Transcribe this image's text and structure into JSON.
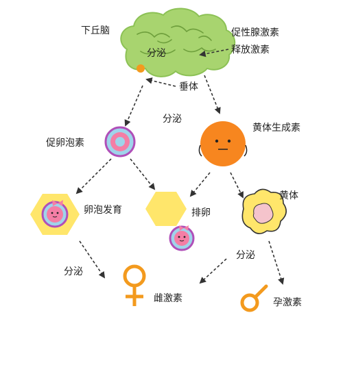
{
  "labels": {
    "hypothalamus": "下丘脑",
    "secrete_brain": "分泌",
    "releasing_hormone_1": "促性腺激素",
    "releasing_hormone_2": "释放激素",
    "pituitary": "垂体",
    "secrete_left": "分泌",
    "fsh": "促卵泡素",
    "lh": "黄体生成素",
    "follicle_development": "卵泡发育",
    "ovulation": "排卵",
    "corpus_luteum": "黄体",
    "secrete_bottom_left": "分泌",
    "secrete_bottom_right": "分泌",
    "estrogen": "雌激素",
    "progesterone": "孕激素"
  },
  "icons": {
    "brain": "brain-icon",
    "pituitary_dot": "pituitary-dot-icon",
    "follicle_cell": "follicle-cell-icon",
    "lh_face": "smiling-face-icon",
    "egg_hexagon": "egg-hexagon-icon",
    "ovum": "ovum-icon",
    "corpus_luteum": "corpus-luteum-icon",
    "female_symbol": "female-symbol-icon",
    "male_like_symbol": "progesterone-symbol-icon"
  },
  "colors": {
    "brain_green": "#a8d46f",
    "brain_dark": "#7fb345",
    "hexagon_yellow": "#ffe66b",
    "orange": "#f39a1e",
    "lh_orange": "#f7861f",
    "pink": "#f47ea5",
    "cell_blue": "#9fd4ea",
    "cell_purple": "#b04fb8",
    "cream": "#fff3a8",
    "arrow": "#333333"
  }
}
